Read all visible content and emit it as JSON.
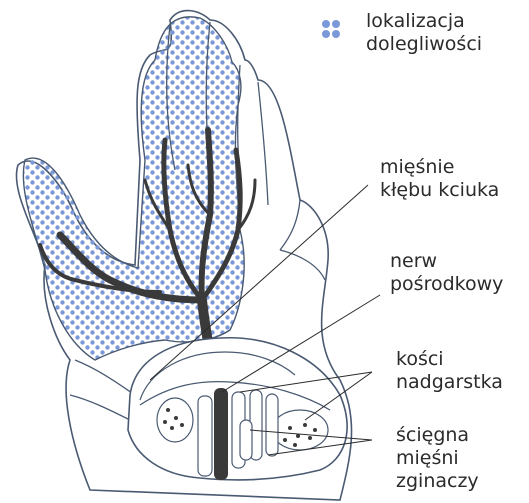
{
  "legend": {
    "line1": "lokalizacja",
    "line2": "dolegliwości",
    "dot_color": "#7b98d8"
  },
  "labels": {
    "muscles": {
      "line1": "mięśnie",
      "line2": "kłębu kciuka"
    },
    "nerve": {
      "line1": "nerw",
      "line2": "pośrodkowy"
    },
    "bones": {
      "line1": "kości",
      "line2": "nadgarstka"
    },
    "tendons": {
      "line1": "ścięgna",
      "line2": "mięśni",
      "line3": "zginaczy"
    }
  },
  "colors": {
    "outline": "#4a5a72",
    "nerve": "#3a3a3a",
    "dots": "#7b98d8",
    "text": "#2b2b2b"
  }
}
